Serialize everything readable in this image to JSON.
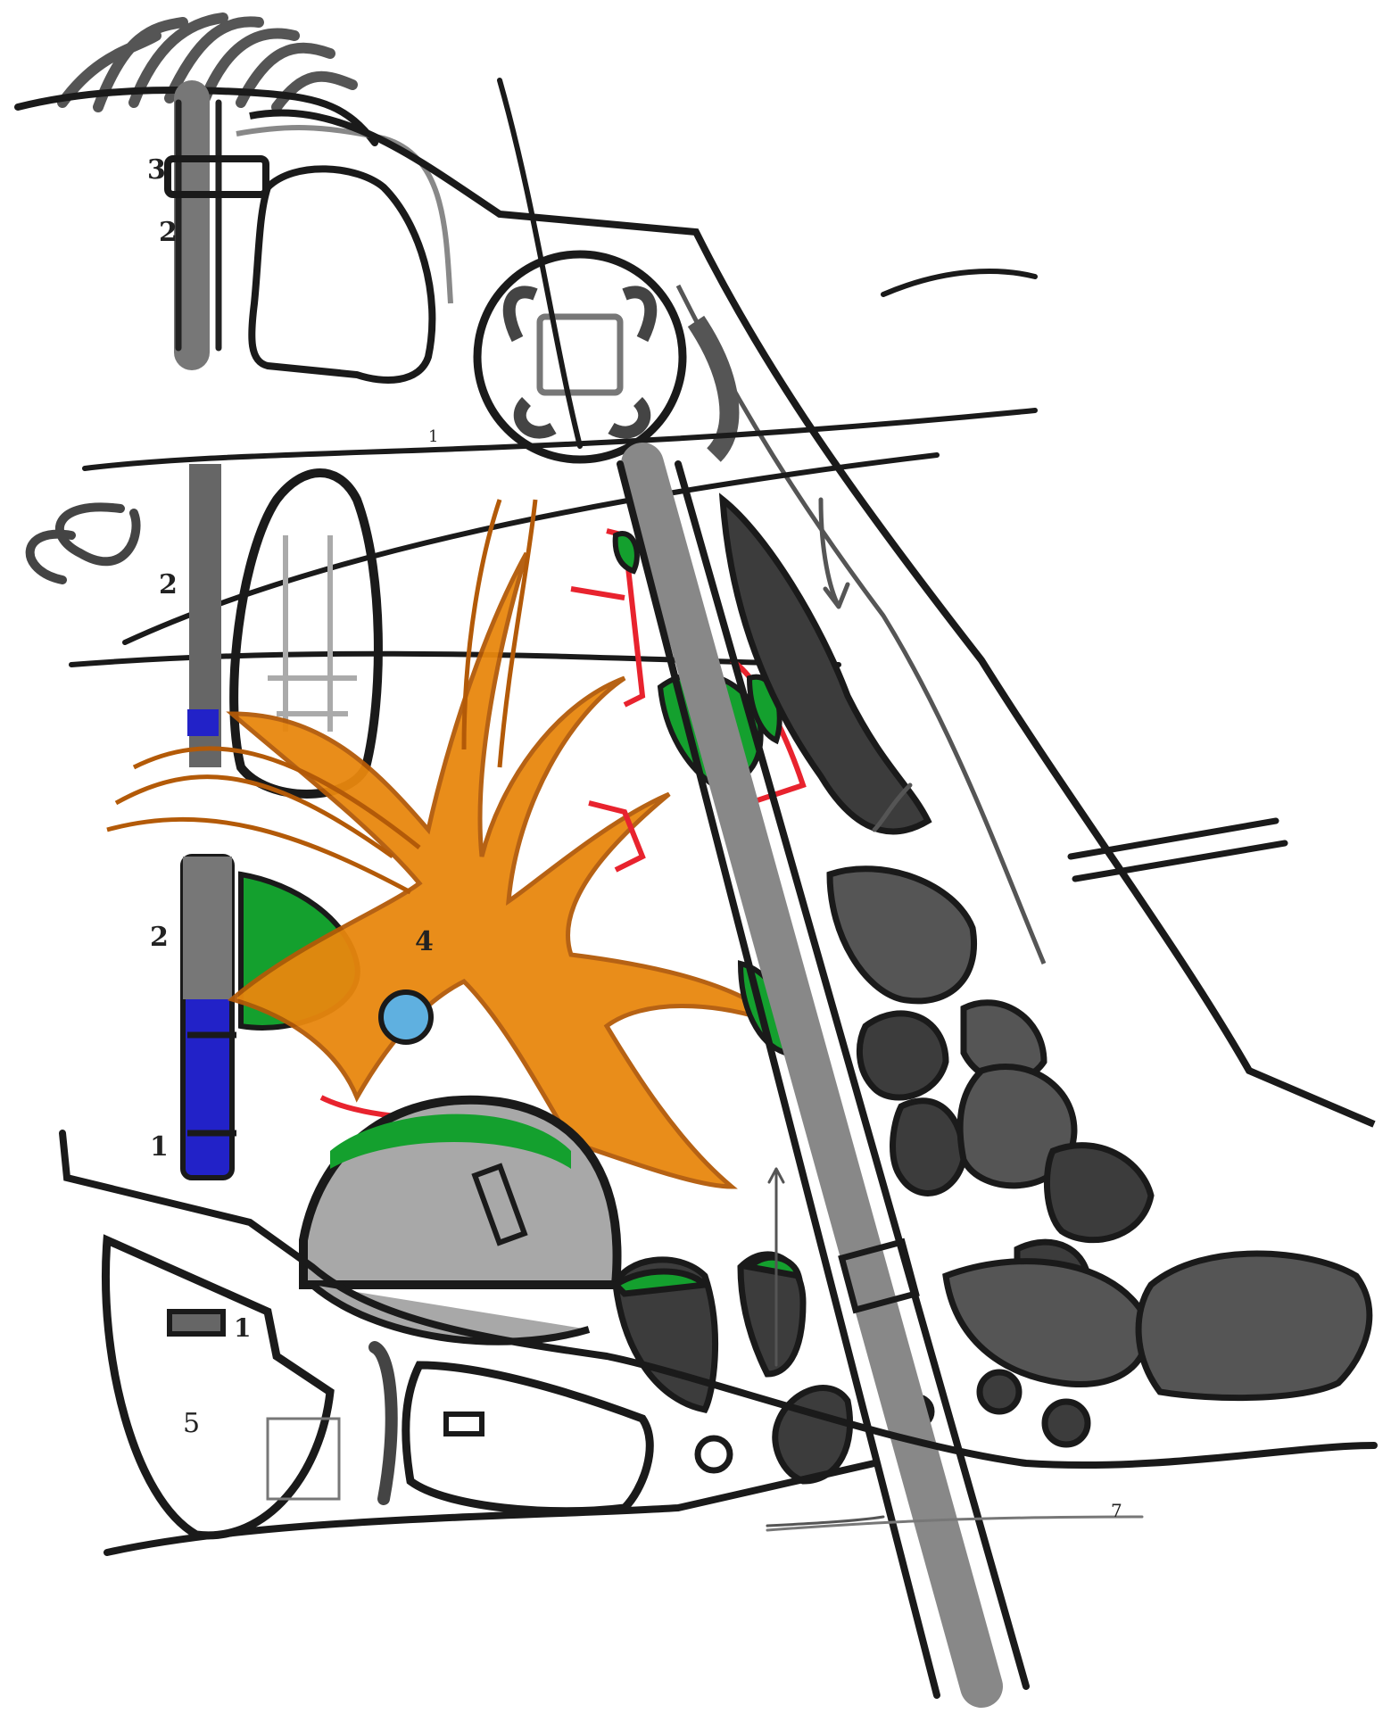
{
  "labels": {
    "number_1_left": "1",
    "number_1_lower": "1",
    "number_2_top": "2",
    "number_2_mid": "2",
    "number_2_low": "2",
    "number_3": "3",
    "number_4": "4",
    "number_5": "5",
    "number_1_small": "1",
    "number_7": "7"
  },
  "colors": {
    "ink": "#1a1a1a",
    "grey_marker": "#7a7a7a",
    "dark_fill": "#3c3c3c",
    "mid_fill": "#6e6e6e",
    "light_fill": "#a8a8a8",
    "orange": "#e8870e",
    "orange_dark": "#b35a08",
    "red": "#e8232e",
    "green": "#14a02e",
    "blue": "#2222c8",
    "light_blue": "#5fb0e0"
  }
}
